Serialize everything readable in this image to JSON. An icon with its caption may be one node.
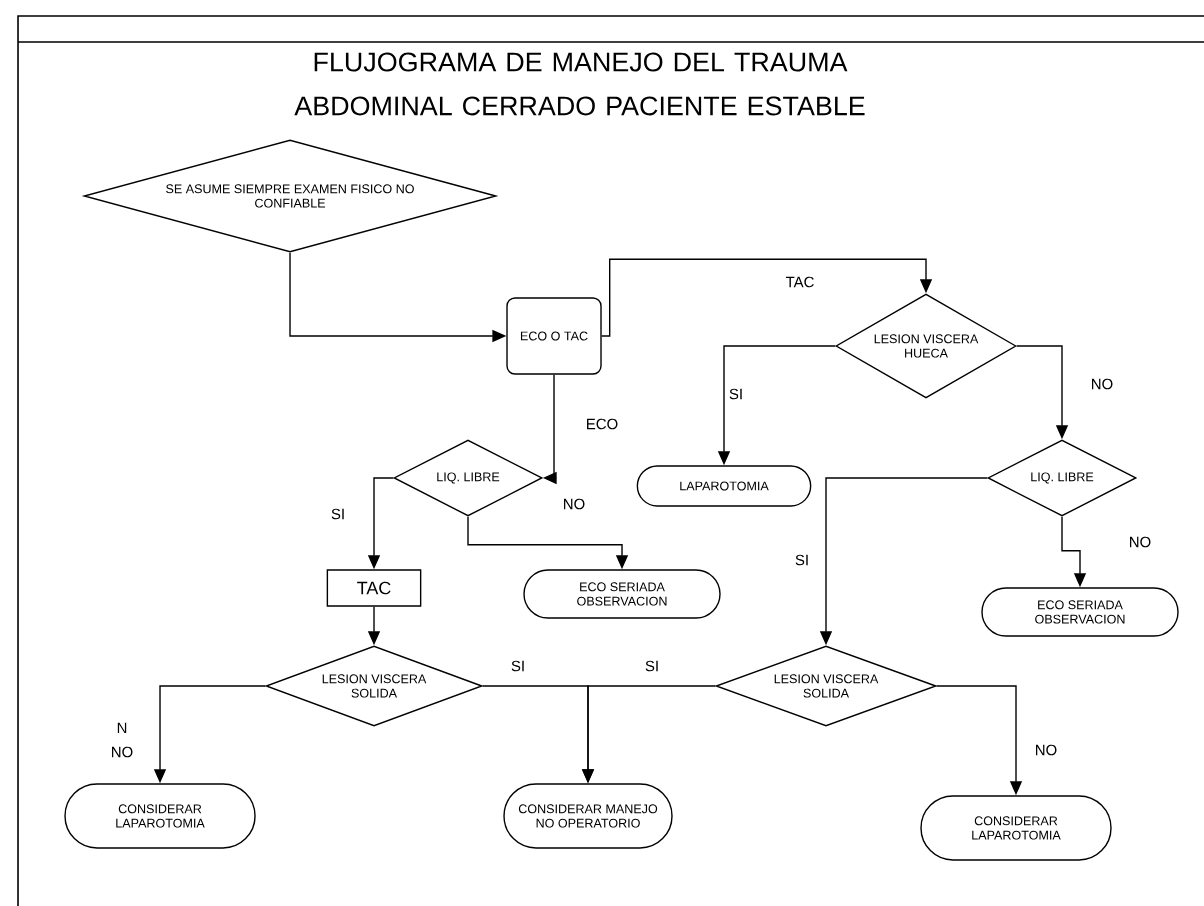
{
  "diagram": {
    "title": "FLUJOGRAMA DE MANEJO DEL TRAUMA ABDOMINAL CERRADO PACIENTE ESTABLE",
    "nodes": [
      {
        "text": [
          "SE ASUME SIEMPRE EXAMEN FISICO NO CONFIABLE"
        ]
      },
      {
        "text": [
          "ECO O TAC"
        ]
      },
      {
        "text": [
          "LESION VISCERA HUECA"
        ]
      },
      {
        "text": [
          "LIQ. LIBRE"
        ]
      },
      {
        "text": [
          "LAPAROTOMIA"
        ]
      },
      {
        "text": [
          "LIQ. LIBRE"
        ]
      },
      {
        "text": [
          "TAC"
        ]
      },
      {
        "text": [
          "ECO SERIADA OBSERVACION"
        ]
      },
      {
        "text": [
          "ECO SERIADA OBSERVACION"
        ]
      },
      {
        "text": [
          "LESION VISCERA SOLIDA"
        ]
      },
      {
        "text": [
          "LESION VISCERA SOLIDA"
        ]
      },
      {
        "text": [
          "CONSIDERAR LAPAROTOMIA"
        ]
      },
      {
        "text": [
          "CONSIDERAR MANEJO NO OPERATORIO"
        ]
      },
      {
        "text": [
          "CONSIDERAR LAPAROTOMIA"
        ]
      }
    ],
    "edges": [
      {
        "from": 0,
        "to": 1,
        "arrow": "to"
      },
      {
        "from": 1,
        "to": 2,
        "arrow": "to",
        "label": "TAC"
      },
      {
        "from": 1,
        "to": 3,
        "arrow": "to",
        "label": "ECO"
      },
      {
        "from": 2,
        "to": 4,
        "arrow": "to",
        "label": "SI"
      },
      {
        "from": 2,
        "to": 5,
        "arrow": "to",
        "label": "NO"
      },
      {
        "from": 3,
        "to": 6,
        "arrow": "to",
        "label": "SI"
      },
      {
        "from": 3,
        "to": 7,
        "arrow": "to",
        "label": "NO"
      },
      {
        "from": 5,
        "to": 10,
        "arrow": "to",
        "label": "SI"
      },
      {
        "from": 5,
        "to": 8,
        "arrow": "to",
        "label": "NO"
      },
      {
        "from": 6,
        "to": 9,
        "arrow": "to"
      },
      {
        "from": 9,
        "to": 11,
        "arrow": "to",
        "label": "NO"
      },
      {
        "from": 9,
        "to": 12,
        "arrow": "to",
        "label": "SI"
      },
      {
        "from": 10,
        "to": 12,
        "arrow": "to",
        "label": "SI"
      },
      {
        "from": 10,
        "to": 13,
        "arrow": "to",
        "label": "NO"
      }
    ],
    "labels": [
      "N"
    ]
  }
}
